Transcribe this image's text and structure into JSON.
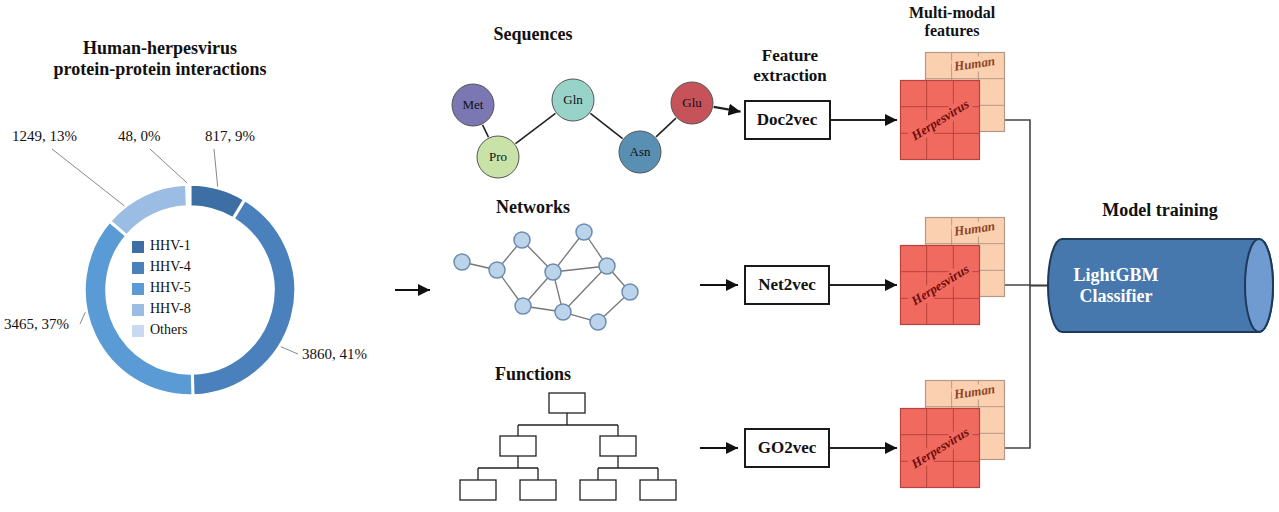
{
  "diagram": {
    "nodes": [
      {
        "text": [
          "Met"
        ]
      },
      {
        "text": [
          "Pro"
        ]
      },
      {
        "text": [
          "Gln"
        ]
      },
      {
        "text": [
          "Asn"
        ]
      },
      {
        "text": [
          "Glu"
        ]
      },
      {
        "text": [
          "Doc2vec"
        ]
      },
      {
        "text": [
          "Human"
        ]
      },
      {
        "text": [
          "Herpesvirus"
        ]
      },
      {
        "text": [
          "Net2vec"
        ]
      },
      {
        "text": [
          "Human"
        ]
      },
      {
        "text": [
          "Herpesvirus"
        ]
      },
      {
        "text": [
          "GO2vec"
        ]
      },
      {
        "text": [
          "Human"
        ]
      },
      {
        "text": [
          "Herpesvirus"
        ]
      },
      {
        "text": [
          "LightGBM Classifier"
        ]
      }
    ],
    "edges": [
      {
        "from": 0,
        "to": 1,
        "arrow": "none"
      },
      {
        "from": 1,
        "to": 2,
        "arrow": "none"
      },
      {
        "from": 2,
        "to": 3,
        "arrow": "none"
      },
      {
        "from": 3,
        "to": 4,
        "arrow": "none"
      },
      {
        "from": 4,
        "to": 5,
        "arrow": "to"
      },
      {
        "from": 5,
        "to": 7,
        "arrow": "to"
      },
      {
        "from": 8,
        "to": 10,
        "arrow": "to"
      },
      {
        "from": 11,
        "to": 13,
        "arrow": "to"
      },
      {
        "from": 7,
        "to": 14,
        "arrow": "none"
      },
      {
        "from": 10,
        "to": 14,
        "arrow": "none"
      },
      {
        "from": 13,
        "to": 14,
        "arrow": "none"
      }
    ],
    "labels": [
      "Human-herpesvirus protein-protein interactions",
      "1249, 13%",
      "48, 0%",
      "817, 9%",
      "3465, 37%",
      "3860, 41%",
      "Sequences",
      "Networks",
      "Functions",
      "Feature extraction",
      "Multi-modal features",
      "Model training"
    ],
    "legend": [
      {
        "text": "HHV-1",
        "color": "#3d6fa4"
      },
      {
        "text": "HHV-4",
        "color": "#4a80bb"
      },
      {
        "text": "HHV-5",
        "color": "#5b9bd5"
      },
      {
        "text": "HHV-8",
        "color": "#9cbde3"
      },
      {
        "text": "Others",
        "color": "#c9daf0"
      }
    ]
  }
}
